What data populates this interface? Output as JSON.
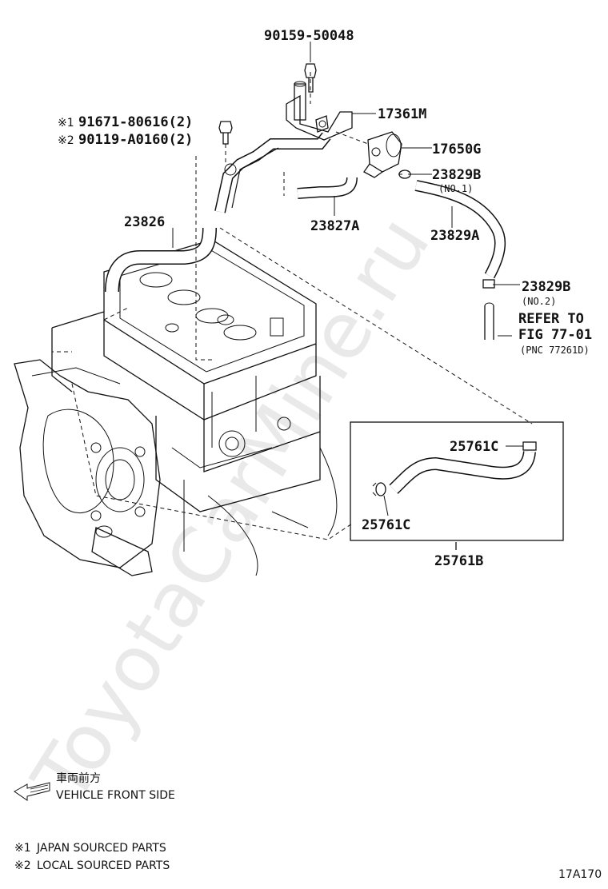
{
  "watermark": "ToyotaCarMine.ru",
  "parts": {
    "p90159": "90159-50048",
    "p17361M": "17361M",
    "p91671_mark": "※1",
    "p91671": "91671-80616(2)",
    "p90119_mark": "※2",
    "p90119": "90119-A0160(2)",
    "p17650G": "17650G",
    "p23829B_1": "23829B",
    "p23829B_1_note": "(NO.1)",
    "p23826": "23826",
    "p23827A": "23827A",
    "p23829A": "23829A",
    "p23829B_2": "23829B",
    "p23829B_2_note": "(NO.2)",
    "refer_line1": "REFER TO",
    "refer_line2": "FIG 77-01",
    "refer_line3": "(PNC 77261D)",
    "p25761C_top": "25761C",
    "p25761C_bottom": "25761C",
    "p25761B": "25761B"
  },
  "direction": {
    "jp": "車両前方",
    "en": "VEHICLE FRONT SIDE",
    "icon": "arrow-left-icon"
  },
  "footnotes": {
    "n1_mark": "※1",
    "n1_text": "JAPAN SOURCED PARTS",
    "n2_mark": "※2",
    "n2_text": "LOCAL SOURCED PARTS"
  },
  "figure_code": "17A170"
}
